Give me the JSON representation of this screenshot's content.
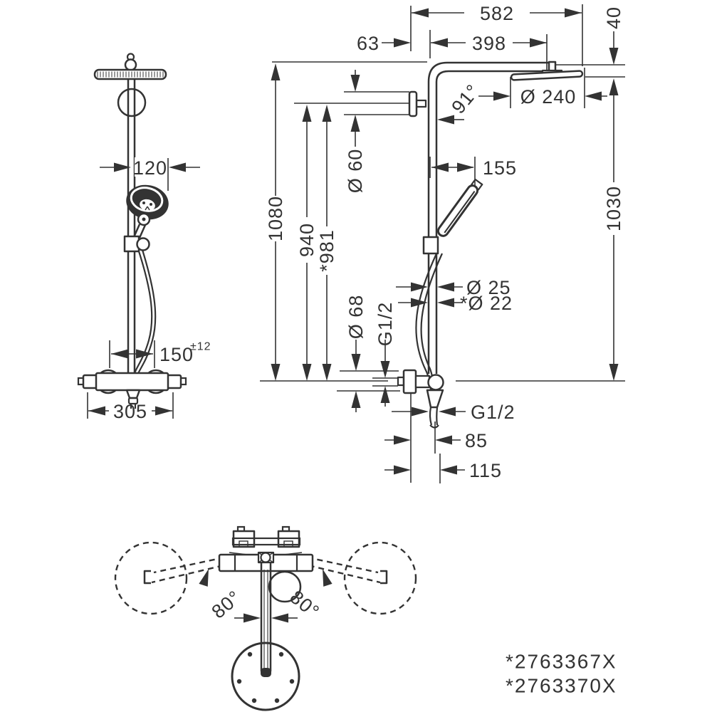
{
  "page": {
    "background": "#ffffff",
    "line_color": "#333333"
  },
  "front_view": {
    "dims": {
      "head_offset": "120",
      "hose_drop": "150",
      "hose_drop_tolerance": "±12",
      "valve_width": "305"
    }
  },
  "side_view": {
    "dims": {
      "wall_to_head_edge": "582",
      "wall_to_pipe": "63",
      "pipe_to_head_center": "398",
      "head_drop": "40",
      "arm_angle": "91°",
      "head_diameter": "Ø 240",
      "bracket_diameter": "Ø 60",
      "pipe_to_handshower": "155",
      "pipe_top_height": "1080",
      "bracket_height": "940",
      "bracket_height_variant": "*981",
      "head_height": "1030",
      "pipe_diameter": "Ø 25",
      "pipe_diameter_variant": "*Ø 22",
      "escutcheon_diameter": "Ø 68",
      "inlet_thread": "G1/2",
      "outlet_thread": "G1/2",
      "outlet_offset": "85",
      "outlet_edge_offset": "115"
    }
  },
  "top_view": {
    "dims": {
      "swivel_left": "80°",
      "swivel_right": "80°"
    }
  },
  "product_codes": [
    "*2763367X",
    "*2763370X"
  ]
}
